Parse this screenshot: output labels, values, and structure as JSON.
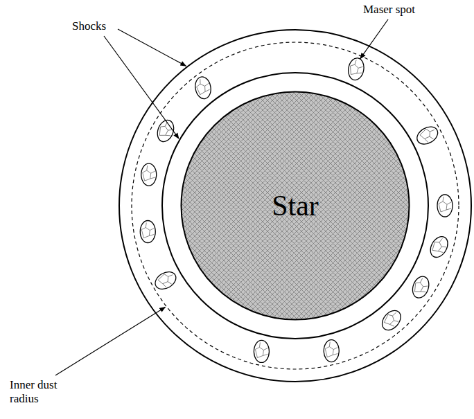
{
  "diagram": {
    "nodes": [
      {
        "text": [
          "Star"
        ]
      }
    ],
    "labels": [
      "Shocks",
      "Maser spot",
      "Inner dust radius"
    ]
  }
}
